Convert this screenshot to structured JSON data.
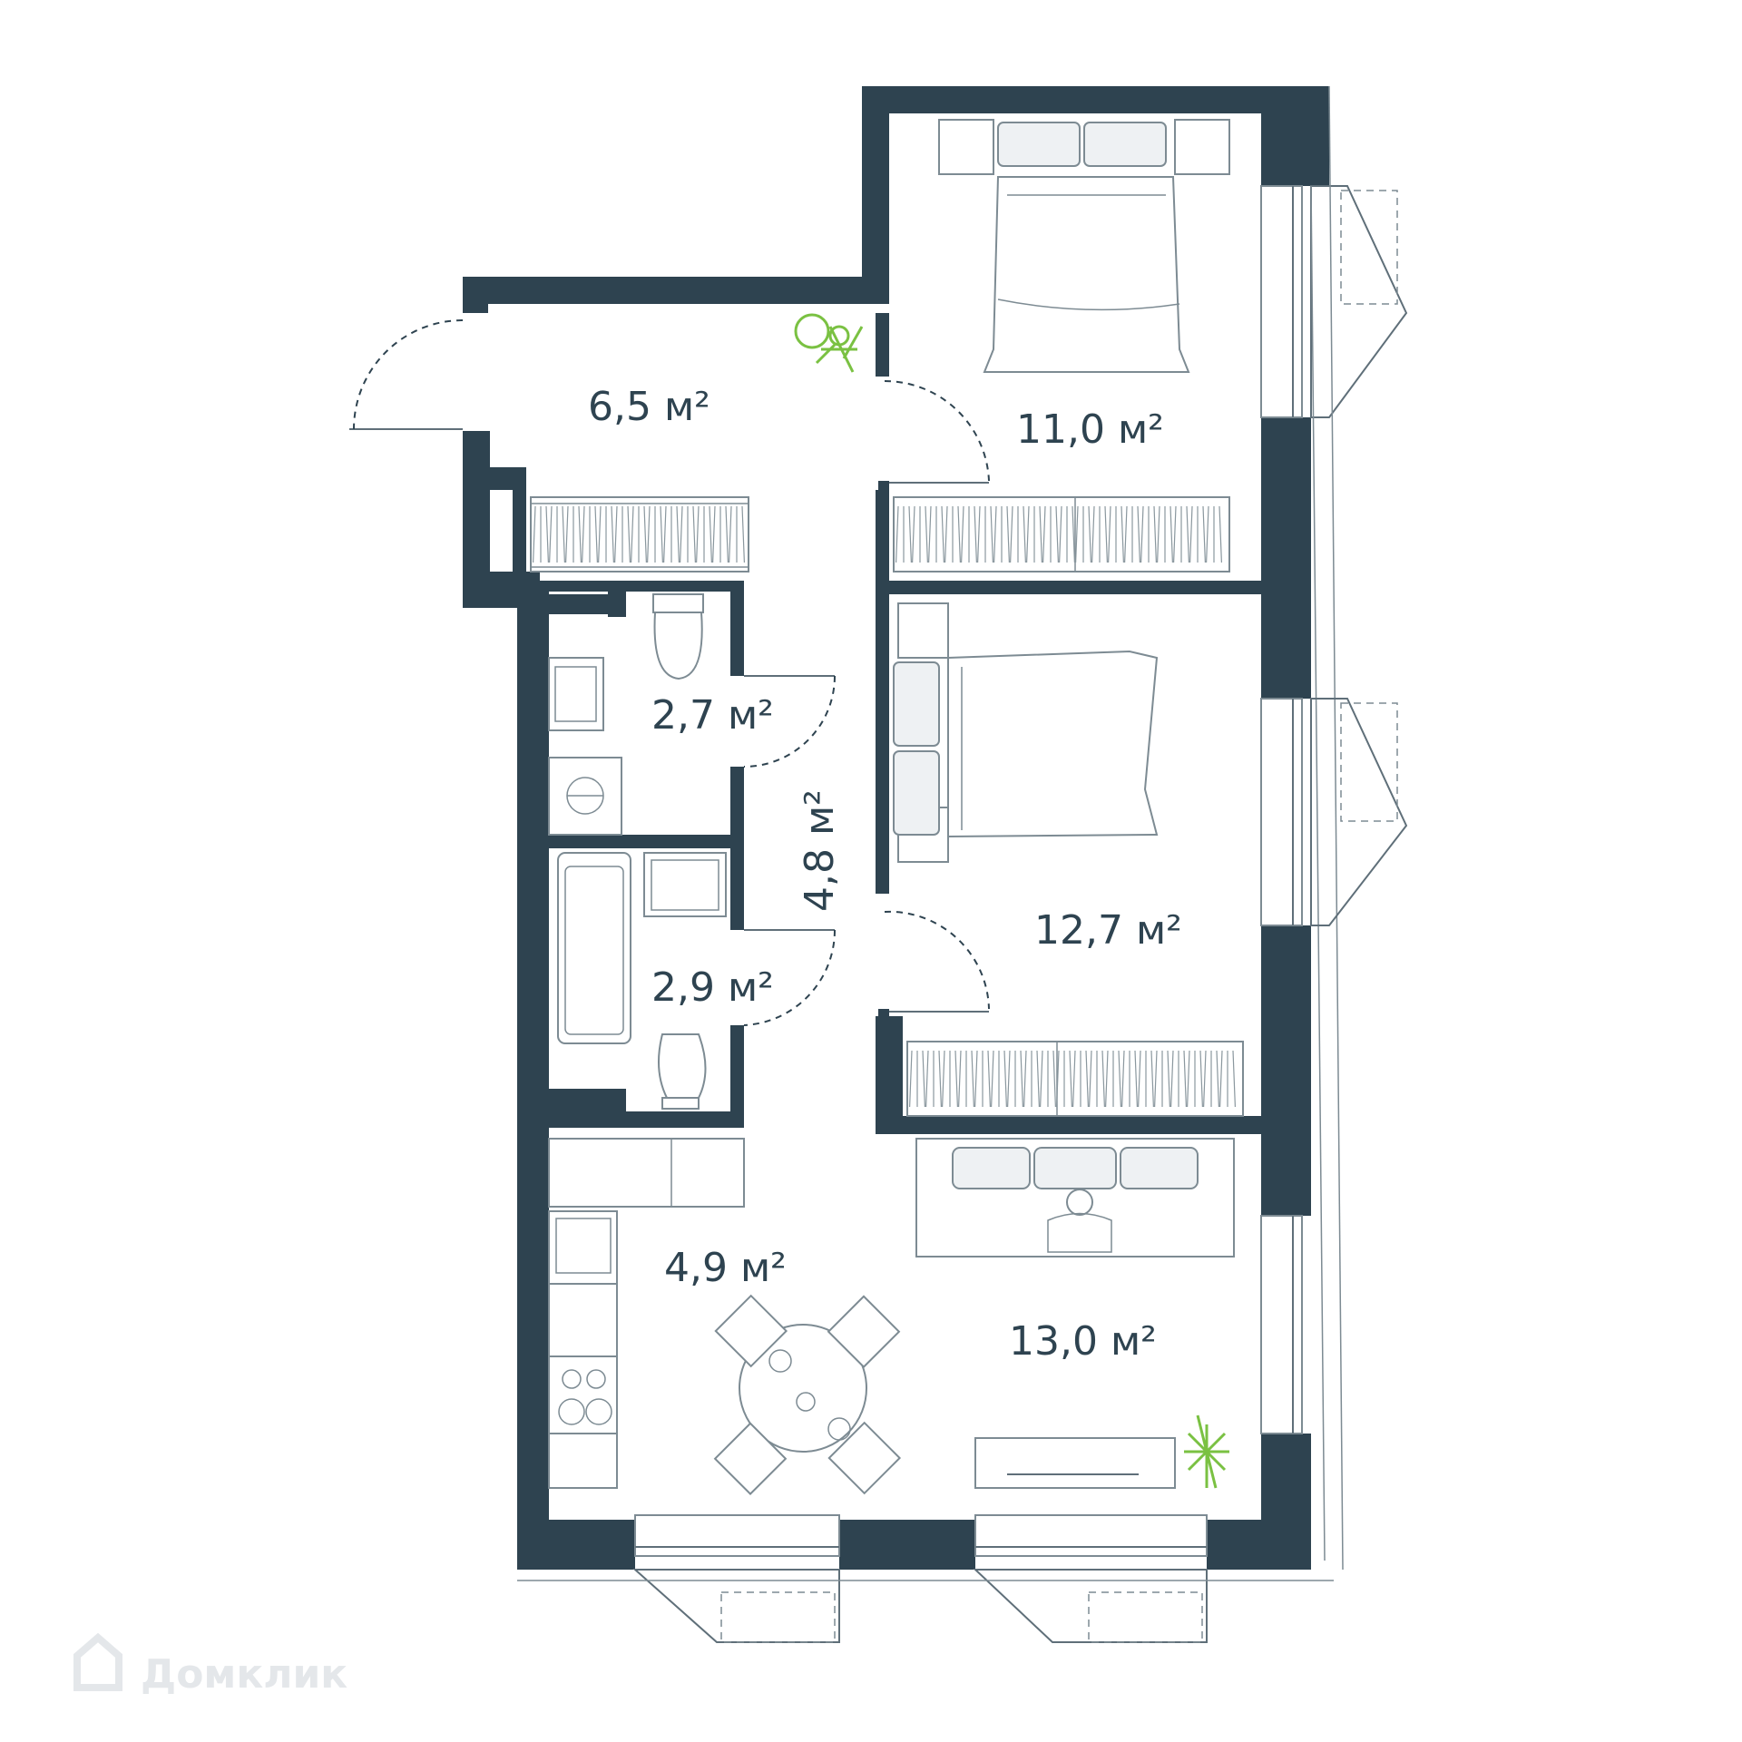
{
  "floor_plan": {
    "rooms": [
      {
        "id": "hall",
        "area": "6,5 м²"
      },
      {
        "id": "bedroom-1",
        "area": "11,0 м²"
      },
      {
        "id": "toilet",
        "area": "2,7 м²"
      },
      {
        "id": "corridor",
        "area": "4,8 м²"
      },
      {
        "id": "bedroom-2",
        "area": "12,7 м²"
      },
      {
        "id": "bathroom",
        "area": "2,9 м²"
      },
      {
        "id": "kitchen",
        "area": "4,9 м²"
      },
      {
        "id": "living-room",
        "area": "13,0 м²"
      }
    ],
    "colors": {
      "wall": "#2e4350",
      "plant": "#7ac142",
      "watermark": "#e4e7ea"
    }
  },
  "watermark": {
    "text": "Домклик",
    "icon": "house-logo-icon"
  }
}
